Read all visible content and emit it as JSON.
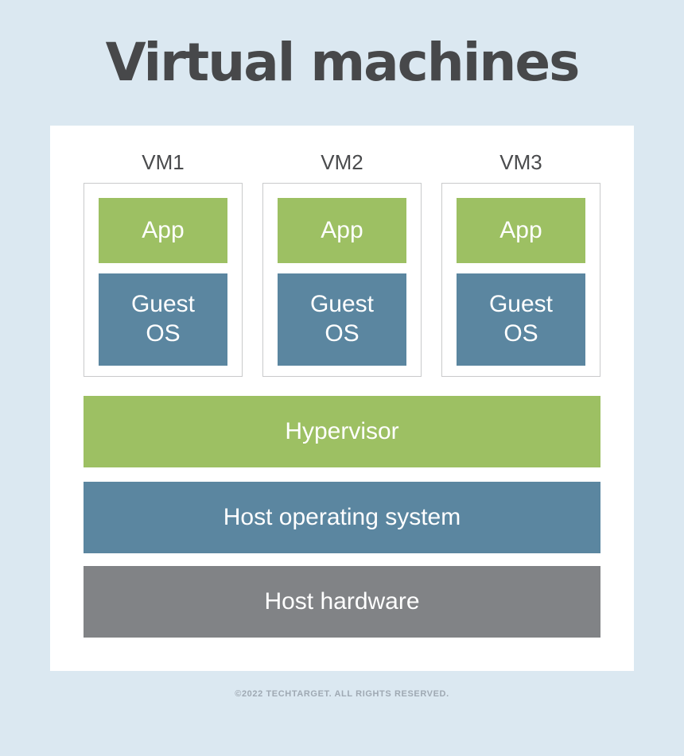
{
  "title": "Virtual machines",
  "vms": [
    {
      "label": "VM1",
      "app": "App",
      "guest_os": "Guest OS"
    },
    {
      "label": "VM2",
      "app": "App",
      "guest_os": "Guest OS"
    },
    {
      "label": "VM3",
      "app": "App",
      "guest_os": "Guest OS"
    }
  ],
  "layers": [
    {
      "label": "Hypervisor"
    },
    {
      "label": "Host operating system"
    },
    {
      "label": "Host hardware"
    }
  ],
  "footer": "©2022 TECHTARGET. ALL RIGHTS RESERVED.",
  "colors": {
    "background": "#dbe8f1",
    "panel": "#ffffff",
    "green": "#9dc063",
    "blue": "#5b86a0",
    "gray": "#818386",
    "title_text": "#47484a",
    "vm_label_text": "#4a4b4d",
    "box_border": "#c9cacb",
    "footer_text": "#9fa9b3"
  }
}
